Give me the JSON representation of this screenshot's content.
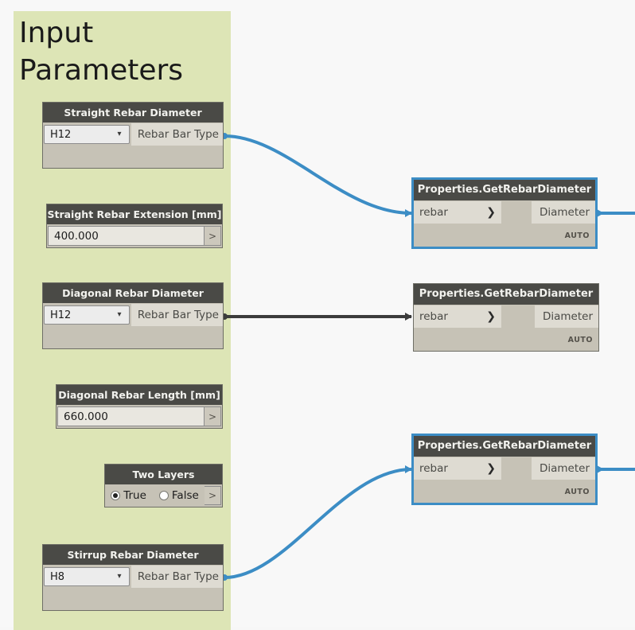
{
  "canvas": {
    "background_color": "#f8f8f8",
    "group_color": "#dde5b6",
    "wire_active_color": "#3c8dc5",
    "wire_inactive_color": "#3c3c3c",
    "node_header_color": "#4a4a46",
    "node_body_color": "#c6c2b6",
    "selection_color": "#3c8dc5"
  },
  "group": {
    "title": "Input\nParameters"
  },
  "input_nodes": [
    {
      "id": "straight-rebar-diameter",
      "title": "Straight Rebar Diameter",
      "kind": "dropdown",
      "value": "H12",
      "chevron": "chevron-down-icon",
      "output_label": "Rebar Bar Type"
    },
    {
      "id": "straight-rebar-extension",
      "title": "Straight Rebar Extension [mm]",
      "kind": "number",
      "value": "400.000",
      "button_label": ">"
    },
    {
      "id": "diagonal-rebar-diameter",
      "title": "Diagonal Rebar Diameter",
      "kind": "dropdown",
      "value": "H12",
      "chevron": "chevron-down-icon",
      "output_label": "Rebar Bar Type"
    },
    {
      "id": "diagonal-rebar-length",
      "title": "Diagonal Rebar Length [mm]",
      "kind": "number",
      "value": "660.000",
      "button_label": ">"
    },
    {
      "id": "two-layers",
      "title": "Two Layers",
      "kind": "boolean",
      "option_true": "True",
      "option_false": "False",
      "selected": "True",
      "button_label": ">"
    },
    {
      "id": "stirrup-rebar-diameter",
      "title": "Stirrup Rebar Diameter",
      "kind": "dropdown",
      "value": "H8",
      "chevron": "chevron-down-icon",
      "output_label": "Rebar Bar Type"
    }
  ],
  "function_nodes": [
    {
      "id": "get-rebar-diameter-1",
      "title": "Properties.GetRebarDiameter",
      "input_port": "rebar",
      "output_port": "Diameter",
      "status": "AUTO",
      "selected": true
    },
    {
      "id": "get-rebar-diameter-2",
      "title": "Properties.GetRebarDiameter",
      "input_port": "rebar",
      "output_port": "Diameter",
      "status": "AUTO",
      "selected": false
    },
    {
      "id": "get-rebar-diameter-3",
      "title": "Properties.GetRebarDiameter",
      "input_port": "rebar",
      "output_port": "Diameter",
      "status": "AUTO",
      "selected": true
    }
  ]
}
